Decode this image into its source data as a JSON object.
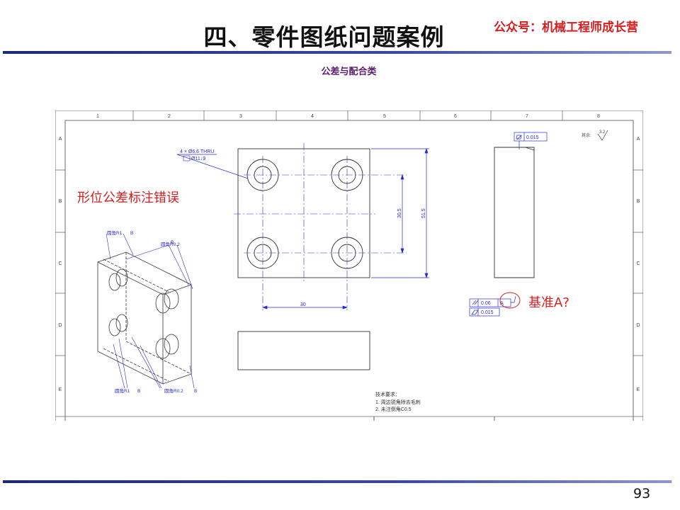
{
  "header": {
    "title": "四、零件图纸问题案例",
    "account": "公众号：机械工程师成长营"
  },
  "subtitle": "公差与配合类",
  "page_number": "93",
  "callouts": {
    "error_label": "形位公差标注错误",
    "datum_question": "基准A?"
  },
  "drawing": {
    "column_markers": [
      "1",
      "2",
      "3",
      "4",
      "5",
      "6",
      "7",
      "8"
    ],
    "row_markers": [
      "A",
      "B",
      "C",
      "D",
      "E"
    ],
    "hole_note_1": "4 × Ø6.6 THRU",
    "hole_note_2": "Ø11↓9",
    "dim_width": "30",
    "dim_height_inner": "30.5",
    "dim_height_outer": "51.5",
    "flatness_value": "0.015",
    "parallel_symbol": "//",
    "parallel_value": "0.06",
    "parallel_datum": "A",
    "flatness_value_2": "0.015",
    "roughness_note": "其余:",
    "roughness_value": "3.2",
    "fillet_r1_top": "圆角R1",
    "fillet_r02_top": "圆角R0.2",
    "fillet_r1_bottom": "圆角R1",
    "fillet_r02_bottom": "圆角R0.2",
    "fillet_ref": "B",
    "tech_title": "技术要求：",
    "tech_line_1": "1. 周边锐角除去毛刺",
    "tech_line_2": "2. 未注倒角C0.5"
  },
  "colors": {
    "title": "#111111",
    "accent_red": "#d42020",
    "subtitle_purple": "#5a1a6e",
    "rule_blue": "#1b2a78",
    "dimension_blue": "#1a1ad0"
  }
}
